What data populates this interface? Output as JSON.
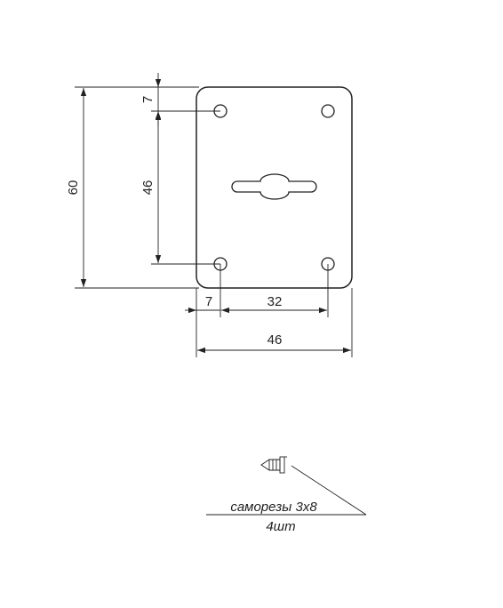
{
  "dimensions": {
    "overall_height": "60",
    "top_offset": "7",
    "hole_spacing_vertical": "46",
    "left_offset": "7",
    "hole_spacing_horizontal": "32",
    "overall_width": "46"
  },
  "note": {
    "screws": "саморезы 3х8",
    "quantity": "4шт"
  },
  "colors": {
    "line": "#222222",
    "background": "#ffffff"
  }
}
